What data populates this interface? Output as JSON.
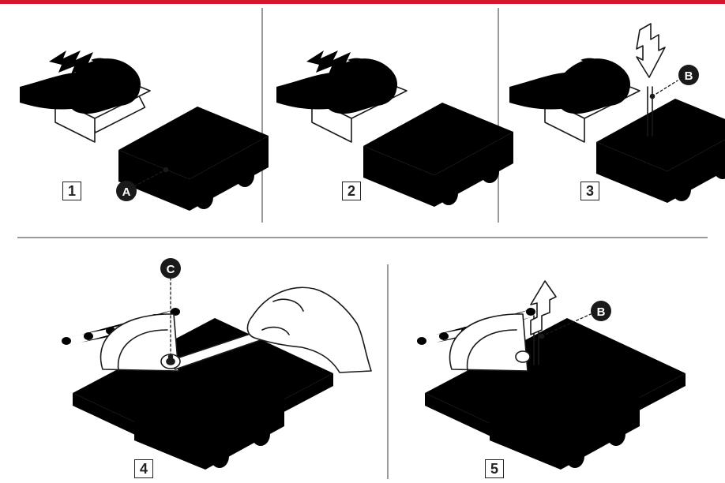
{
  "colors": {
    "accent": "#d6162b",
    "ink": "#1a1a1a",
    "divider": "#9a9a9a"
  },
  "steps": [
    {
      "number": "1",
      "callouts": [
        "A"
      ]
    },
    {
      "number": "2",
      "callouts": []
    },
    {
      "number": "3",
      "callouts": [
        "B"
      ]
    },
    {
      "number": "4",
      "callouts": [
        "C"
      ]
    },
    {
      "number": "5",
      "callouts": [
        "B"
      ]
    }
  ]
}
